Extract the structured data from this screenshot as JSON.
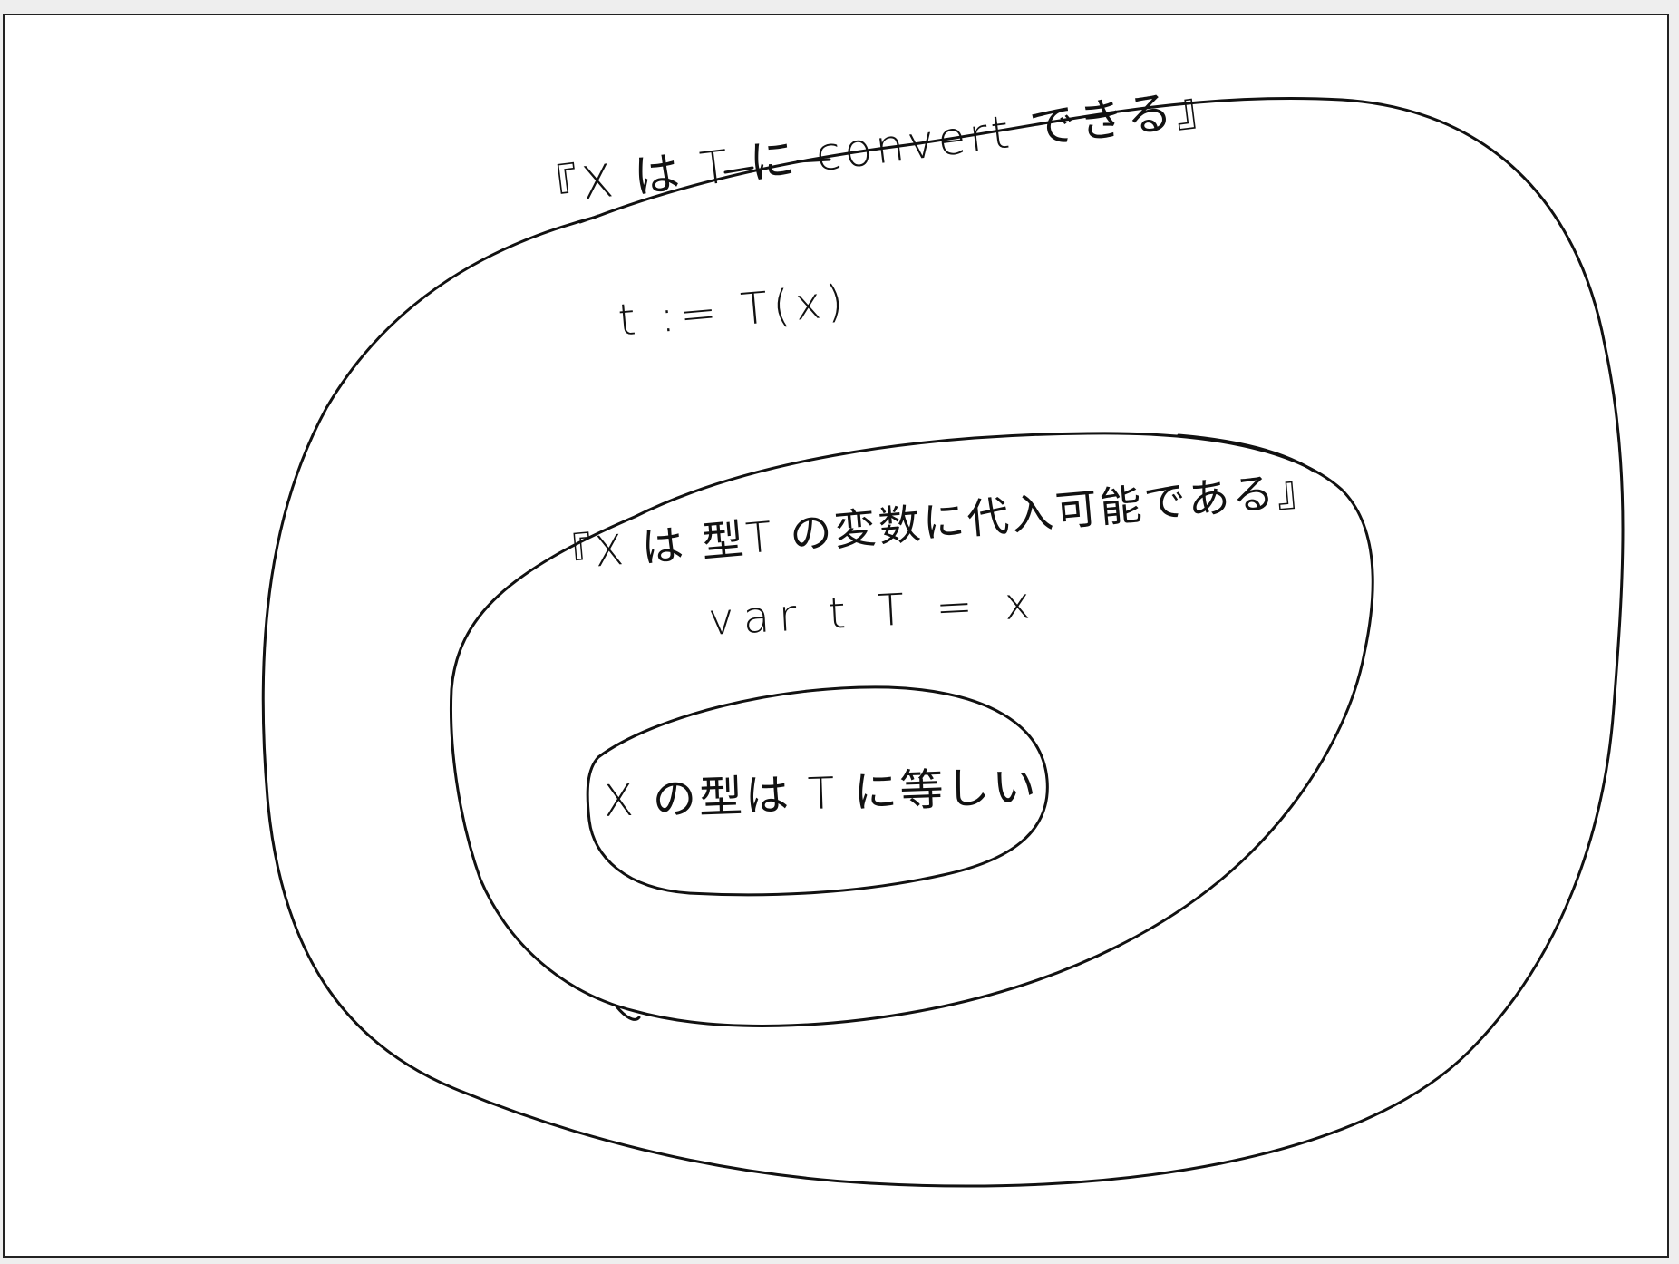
{
  "diagram": {
    "outer": {
      "label": "『X は T に convert できる』",
      "code": "t := T(x)"
    },
    "middle": {
      "label": "『X は 型T の変数に代入可能である』",
      "code": "var t T = x"
    },
    "inner": {
      "label": "X の型は T に等しい"
    },
    "stroke_color": "#111111",
    "background_color": "#ffffff"
  }
}
